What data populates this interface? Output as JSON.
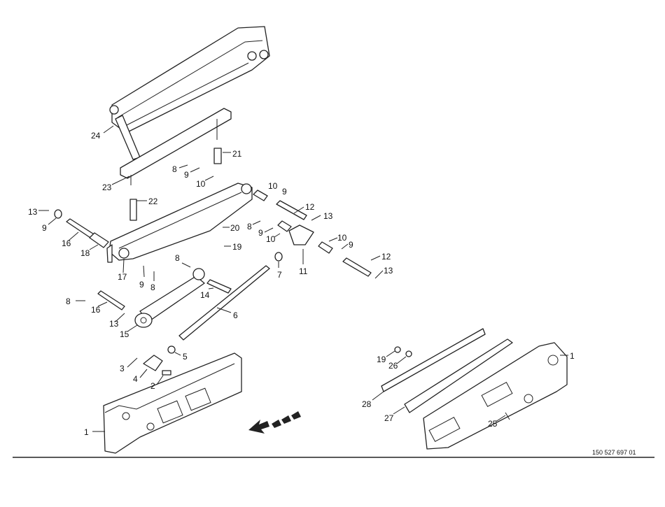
{
  "drawing_number": "150 527 697 01",
  "callouts": [
    "24",
    "23",
    "21",
    "8",
    "9",
    "10",
    "10",
    "9",
    "22",
    "13",
    "9",
    "16",
    "18",
    "17",
    "20",
    "19",
    "12",
    "13",
    "8",
    "9",
    "10",
    "10",
    "9",
    "11",
    "7",
    "12",
    "13",
    "9",
    "8",
    "8",
    "14",
    "6",
    "8",
    "16",
    "13",
    "15",
    "5",
    "3",
    "4",
    "2",
    "1",
    "19",
    "26",
    "1",
    "28",
    "27",
    "25"
  ]
}
